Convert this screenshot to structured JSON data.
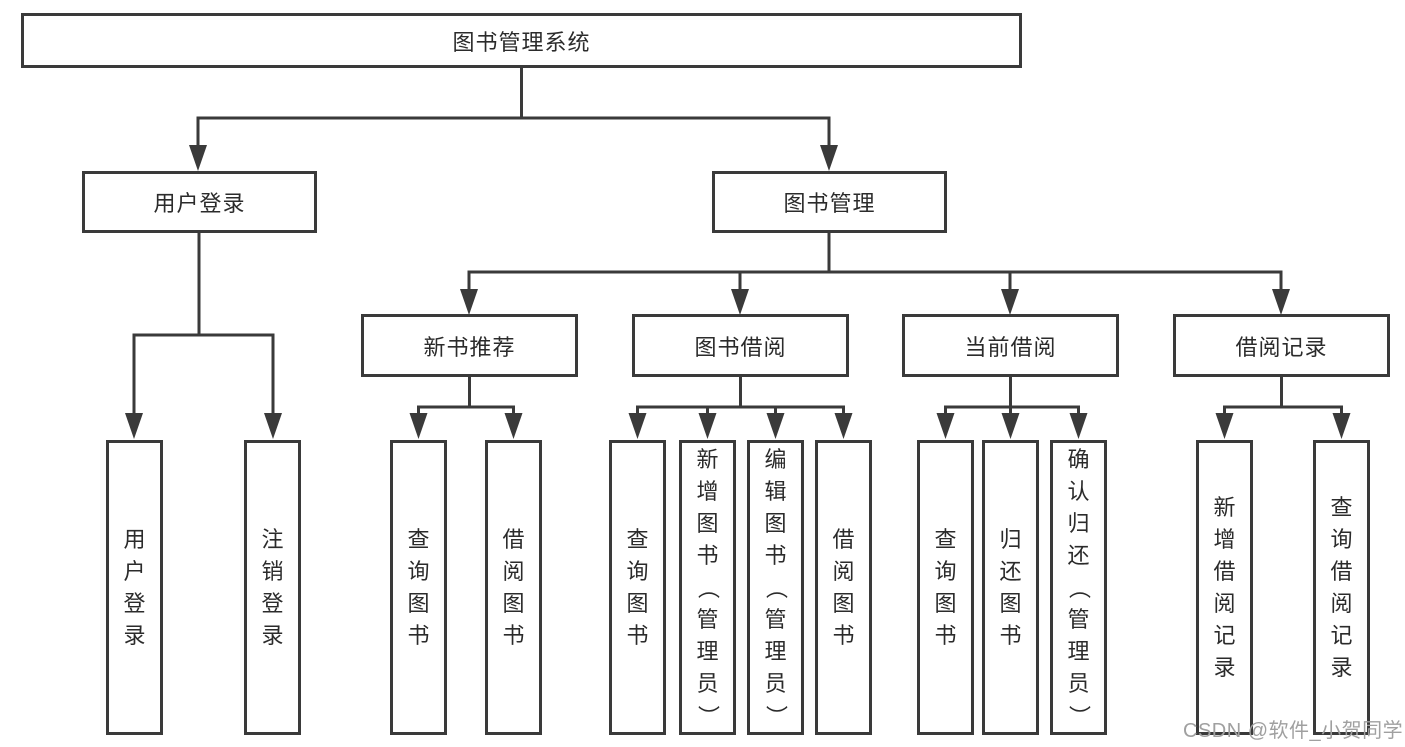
{
  "diagram": {
    "root": {
      "label": "图书管理系统"
    },
    "level2": [
      {
        "label": "用户登录"
      },
      {
        "label": "图书管理"
      }
    ],
    "level3": [
      {
        "label": "新书推荐"
      },
      {
        "label": "图书借阅"
      },
      {
        "label": "当前借阅"
      },
      {
        "label": "借阅记录"
      }
    ],
    "leaves": {
      "user_login": [
        {
          "label": "用户登录"
        },
        {
          "label": "注销登录"
        }
      ],
      "new_book": [
        {
          "label": "查询图书"
        },
        {
          "label": "借阅图书"
        }
      ],
      "book_borrow": [
        {
          "label": "查询图书"
        },
        {
          "label": "新增图书（管理员）"
        },
        {
          "label": "编辑图书（管理员）"
        },
        {
          "label": "借阅图书"
        }
      ],
      "current_borrow": [
        {
          "label": "查询图书"
        },
        {
          "label": "归还图书"
        },
        {
          "label": "确认归还（管理员）"
        }
      ],
      "borrow_records": [
        {
          "label": "新增借阅记录"
        },
        {
          "label": "查询借阅记录"
        }
      ]
    },
    "watermark": "CSDN @软件_小贺同学",
    "colors": {
      "line": "#3a3a3a",
      "text": "#2b2b2b",
      "watermark": "#a0a0a0",
      "background": "#ffffff"
    }
  }
}
